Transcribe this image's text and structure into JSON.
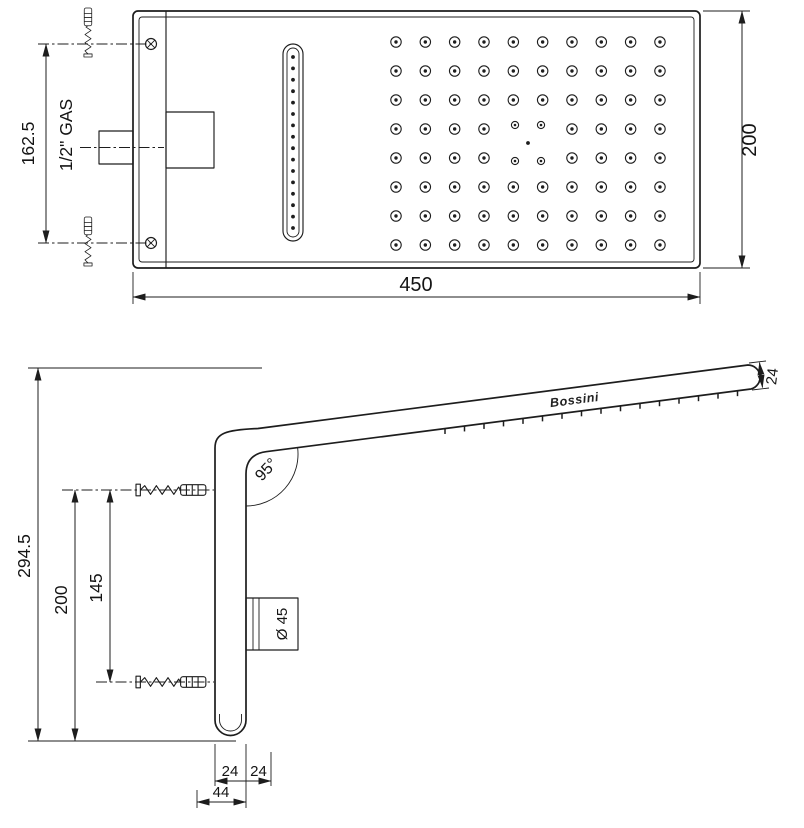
{
  "top_view": {
    "dim_width": "450",
    "dim_height": "200",
    "dim_fixing_spacing": "162.5",
    "connector_label": "1/2\" GAS",
    "nozzle_grid": {
      "cols": 10,
      "rows": 8
    },
    "slot_hole_count": 16
  },
  "side_view": {
    "dim_total_height": "294.5",
    "dim_mount_height": "200",
    "dim_fixing_spacing": "145",
    "angle_label": "95°",
    "connector_diameter_label": "Ø 45",
    "dim_arm_thickness": "24",
    "dim_bottom_left": "24",
    "dim_bottom_right": "24",
    "dim_bottom_total": "44",
    "brand_label": "Bossini",
    "spray_tooth_count": 16
  },
  "colors": {
    "line": "#1d1d1d",
    "background": "#ffffff"
  }
}
